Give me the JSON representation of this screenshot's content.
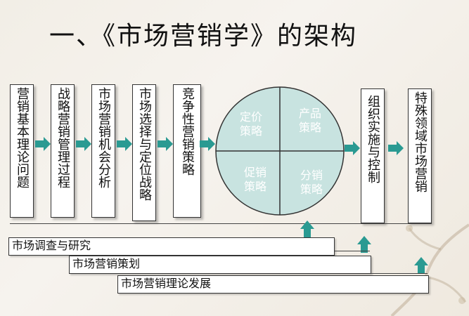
{
  "title": "一、《市场营销学》的架构",
  "boxes": [
    {
      "id": "basics",
      "text": "营销基本理论问题"
    },
    {
      "id": "strategy",
      "text": "战略营销管理过程"
    },
    {
      "id": "opportunity",
      "text": "市场营销机会分析"
    },
    {
      "id": "positioning",
      "text": "市场选择与定位战略"
    },
    {
      "id": "competitive",
      "text": "竞争性营销策略"
    },
    {
      "id": "organization",
      "text": "组织实施与控制"
    },
    {
      "id": "special",
      "text": "特殊领域市场营销"
    }
  ],
  "circle": {
    "pricing": "定价策略",
    "product": "产品策略",
    "promotion": "促销策略",
    "distribution": "分销策略"
  },
  "bars": [
    {
      "id": "research",
      "text": "市场调查与研究"
    },
    {
      "id": "planning",
      "text": "市场营销策划"
    },
    {
      "id": "theory",
      "text": "市场营销理论发展"
    }
  ],
  "colors": {
    "arrow": "#2a9a92",
    "circle": "#c8e3e0",
    "box_border": "#333333"
  }
}
